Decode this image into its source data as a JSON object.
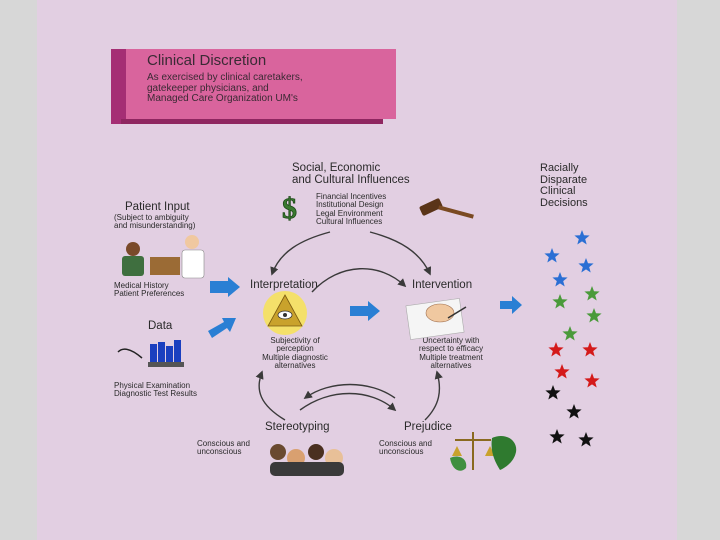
{
  "title": {
    "main": "Clinical Discretion",
    "sub": [
      "As exercised by clinical caretakers,",
      "gatekeeper physicians, and",
      "Managed Care Organization UM's"
    ]
  },
  "social": {
    "heading": [
      "Social, Economic",
      "and Cultural Influences"
    ],
    "items": [
      "Financial Incentives",
      "Institutional Design",
      "Legal Environment",
      "Cultural Influences"
    ]
  },
  "outcome": {
    "heading": [
      "Racially",
      "Disparate",
      "Clinical",
      "Decisions"
    ]
  },
  "patient_input": {
    "heading": "Patient Input",
    "note": [
      "(Subject to ambiguity",
      "and misunderstanding)"
    ],
    "items": [
      "Medical History",
      "Patient Preferences"
    ]
  },
  "data": {
    "heading": "Data",
    "items": [
      "Physical Examination",
      "Diagnostic Test Results"
    ]
  },
  "interpretation": {
    "heading": "Interpretation",
    "items": [
      "Subjectivity of",
      "perception",
      "Multiple diagnostic",
      "alternatives"
    ]
  },
  "intervention": {
    "heading": "Intervention",
    "items": [
      "Uncertainty with",
      "respect to efficacy",
      "Multiple treatment",
      "alternatives"
    ]
  },
  "stereotyping": {
    "heading": "Stereotyping",
    "items": [
      "Conscious and",
      "unconscious"
    ]
  },
  "prejudice": {
    "heading": "Prejudice",
    "items": [
      "Conscious and",
      "unconscious"
    ]
  },
  "colors": {
    "title_box": "#d9649d",
    "title_bar": "#a52e74",
    "background": "#e2cfe2",
    "arrow": "#3a3a3a",
    "blue_arrow": "#2a7fd4",
    "star_blue": "#2a6fd4",
    "star_green": "#4a9a3a",
    "star_red": "#d41a1a",
    "star_black": "#111111"
  },
  "icons": [
    "dollar-sign-icon",
    "gavel-icon",
    "doctor-patient-icon",
    "test-tubes-icon",
    "eye-pyramid-icon",
    "writing-hand-icon",
    "faces-icon",
    "scales-map-icon"
  ]
}
